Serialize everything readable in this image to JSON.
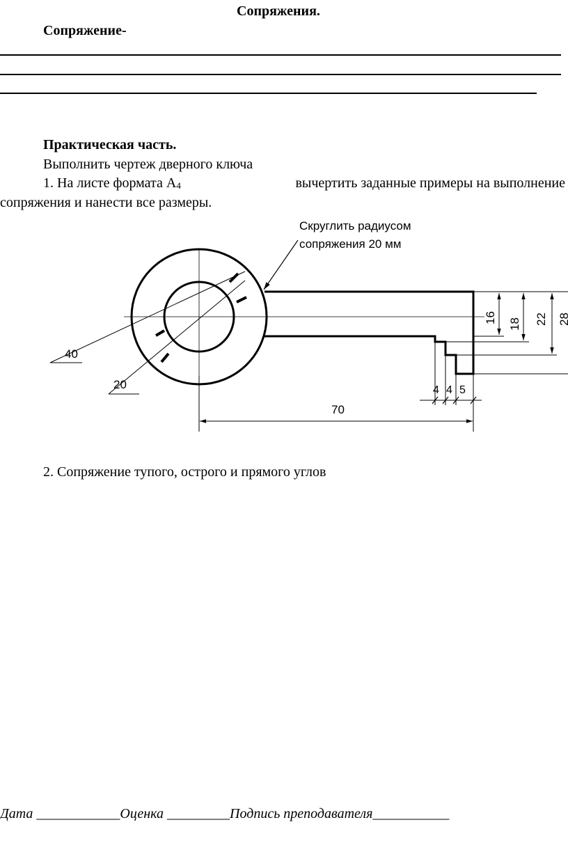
{
  "header": {
    "title": "Сопряжения.",
    "definition_label": "Сопряжение-"
  },
  "practical": {
    "heading": "Практическая часть.",
    "task": "Выполнить чертеж дверного ключа",
    "item1_line1_a": "1. На листе формата А",
    "item1_subscript": "4",
    "item1_line1_b": " вычертить заданные примеры на выполнение",
    "item1_line2": "сопряжения и нанести все размеры."
  },
  "drawing": {
    "note_line1": "Скруглить радиусом",
    "note_line2": "сопряжения 20 мм",
    "dim_40": "40",
    "dim_20": "20",
    "dim_70": "70",
    "dim_16": "16",
    "dim_18": "18",
    "dim_22": "22",
    "dim_28": "28",
    "dim_4a": "4",
    "dim_4b": "4",
    "dim_5": "5"
  },
  "item2": "2. Сопряжение тупого, острого и прямого углов",
  "footer": {
    "date_label": "Дата",
    "date_blank": "____________",
    "grade_label": "Оценка",
    "grade_blank": "_________",
    "signature_label": "Подпись преподавателя",
    "signature_blank": "___________"
  }
}
